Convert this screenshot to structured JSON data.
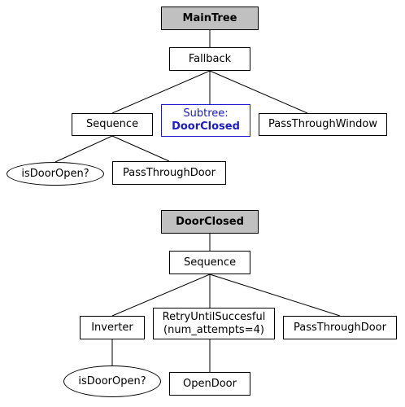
{
  "main_tree": {
    "root": "MainTree",
    "fallback": "Fallback",
    "sequence": "Sequence",
    "subtree_prefix": "Subtree:",
    "subtree_ref": "DoorClosed",
    "pass_window": "PassThroughWindow",
    "is_door_open": "isDoorOpen?",
    "pass_door": "PassThroughDoor"
  },
  "door_closed_tree": {
    "root": "DoorClosed",
    "sequence": "Sequence",
    "inverter": "Inverter",
    "retry_line1": "RetryUntilSuccesful",
    "retry_line2": "(num_attempts=4)",
    "pass_door": "PassThroughDoor",
    "is_door_open": "isDoorOpen?",
    "open_door": "OpenDoor"
  }
}
